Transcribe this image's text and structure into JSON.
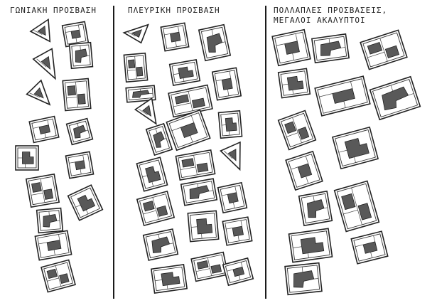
{
  "columns": [
    {
      "id": "corner",
      "title_lines": [
        "ΓΩΝΙΑΚΗ ΠΡΟΣΒΑΣΗ"
      ]
    },
    {
      "id": "side",
      "title_lines": [
        "ΠΛΕΥΡΙΚΗ ΠΡΟΣΒΑΣΗ"
      ]
    },
    {
      "id": "multiple",
      "title_lines": [
        "ΠΟΛΛΑΠΛΕΣ ΠΡΟΣΒΑΣΕΙΣ,",
        "ΜΕΓΑΛΟΙ ΑΚΑΛΥΠΤΟΙ"
      ]
    }
  ],
  "colors": {
    "ink": "#222222",
    "courtyard": "#595959",
    "background": "#ffffff"
  }
}
